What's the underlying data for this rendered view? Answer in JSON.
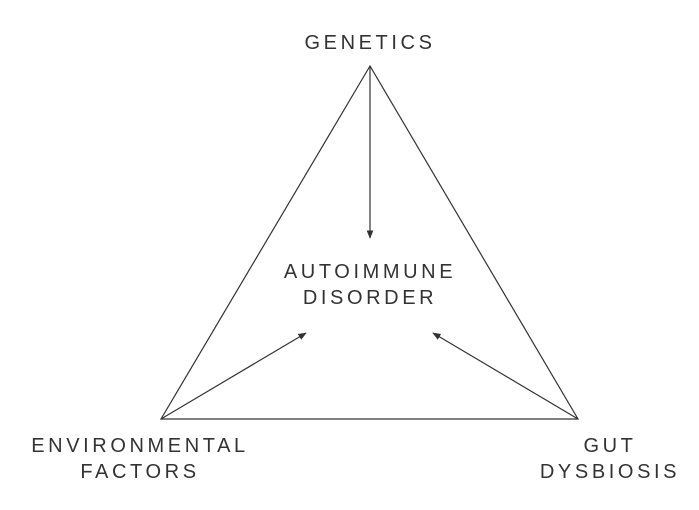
{
  "diagram": {
    "top_node": "GENETICS",
    "center_node": {
      "line1": "AUTOIMMUNE",
      "line2": "DISORDER"
    },
    "bottom_left_node": {
      "line1": "ENVIRONMENTAL",
      "line2": "FACTORS"
    },
    "bottom_right_node": {
      "line1": "GUT",
      "line2": "DYSBIOSIS"
    },
    "arrows": [
      {
        "from": "GENETICS",
        "to": "AUTOIMMUNE DISORDER"
      },
      {
        "from": "ENVIRONMENTAL FACTORS",
        "to": "AUTOIMMUNE DISORDER"
      },
      {
        "from": "GUT DYSBIOSIS",
        "to": "AUTOIMMUNE DISORDER"
      }
    ],
    "stroke_color": "#333333"
  }
}
